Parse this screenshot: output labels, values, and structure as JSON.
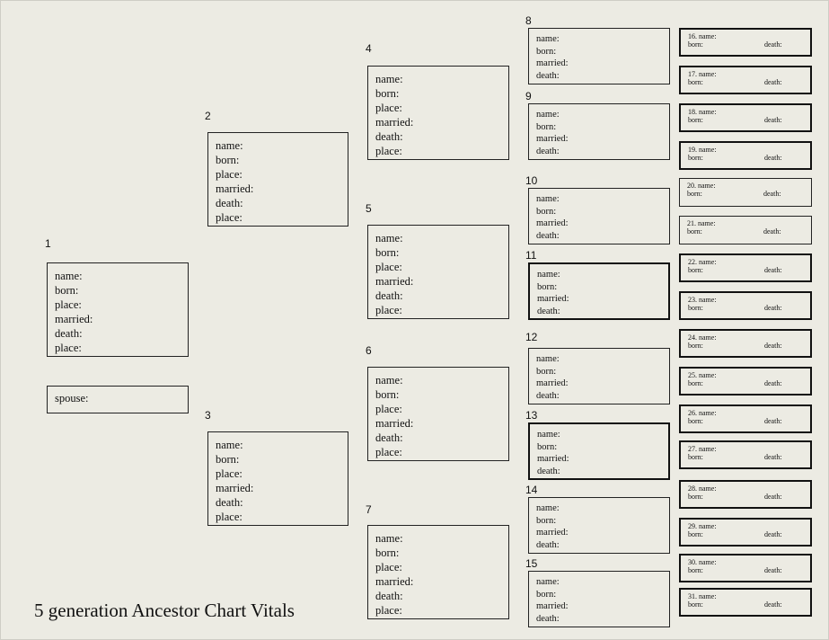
{
  "title": "5 generation Ancestor Chart Vitals",
  "labels": {
    "name": "name:",
    "born": "born:",
    "place": "place:",
    "married": "married:",
    "death": "death:",
    "spouse": "spouse:"
  },
  "persons": [
    {
      "number": "1"
    },
    {
      "number": "2"
    },
    {
      "number": "3"
    },
    {
      "number": "4"
    },
    {
      "number": "5"
    },
    {
      "number": "6"
    },
    {
      "number": "7"
    },
    {
      "number": "8"
    },
    {
      "number": "9"
    },
    {
      "number": "10"
    },
    {
      "number": "11"
    },
    {
      "number": "12"
    },
    {
      "number": "13"
    },
    {
      "number": "14"
    },
    {
      "number": "15"
    },
    {
      "number": "16."
    },
    {
      "number": "17."
    },
    {
      "number": "18."
    },
    {
      "number": "19."
    },
    {
      "number": "20."
    },
    {
      "number": "21."
    },
    {
      "number": "22."
    },
    {
      "number": "23."
    },
    {
      "number": "24."
    },
    {
      "number": "25."
    },
    {
      "number": "26."
    },
    {
      "number": "27."
    },
    {
      "number": "28."
    },
    {
      "number": "29."
    },
    {
      "number": "30."
    },
    {
      "number": "31."
    }
  ]
}
